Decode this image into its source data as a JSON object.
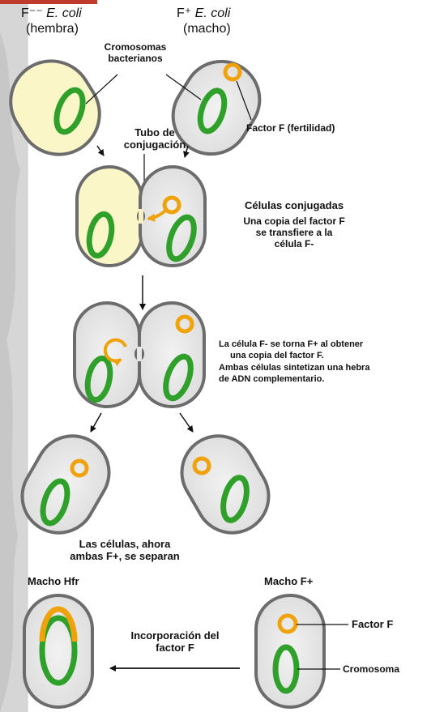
{
  "header": {
    "female_strain": "F⁻⁻",
    "female_species": "E. coli",
    "female_sex": "(hembra)",
    "male_strain": "F⁺",
    "male_species": "E. coli",
    "male_sex": "(macho)"
  },
  "labels": {
    "chromosomes": [
      "Cromosomas",
      "bacterianos"
    ],
    "f_factor": "Factor F (fertilidad)",
    "conjugation_tube": [
      "Tubo de",
      "conjugación"
    ],
    "conjugated": [
      "Células conjugadas",
      "Una copia del factor F",
      "se transfiere a la",
      "célula F-"
    ],
    "becomes_fplus": [
      "La célula F- se torna F+ al obtener",
      "una copia del factor F.",
      "Ambas células sintetizan una hebra",
      "de ADN complementario."
    ],
    "separate": [
      "Las células, ahora",
      "ambas F+, se separan"
    ],
    "hfr_male": "Macho Hfr",
    "fplus_male": "Macho F+",
    "incorporation": [
      "Incorporación del",
      "factor F"
    ],
    "factor_f": "Factor F",
    "chromosome": "Cromosoma"
  },
  "colors": {
    "female_cell": "#fbf6c8",
    "male_cell": "#e8e8e8",
    "cell_outline": "#6c6c6c",
    "chromosome": "#2fa12a",
    "plasmid": "#f0a20a",
    "corner_accent": "#c0392b"
  }
}
